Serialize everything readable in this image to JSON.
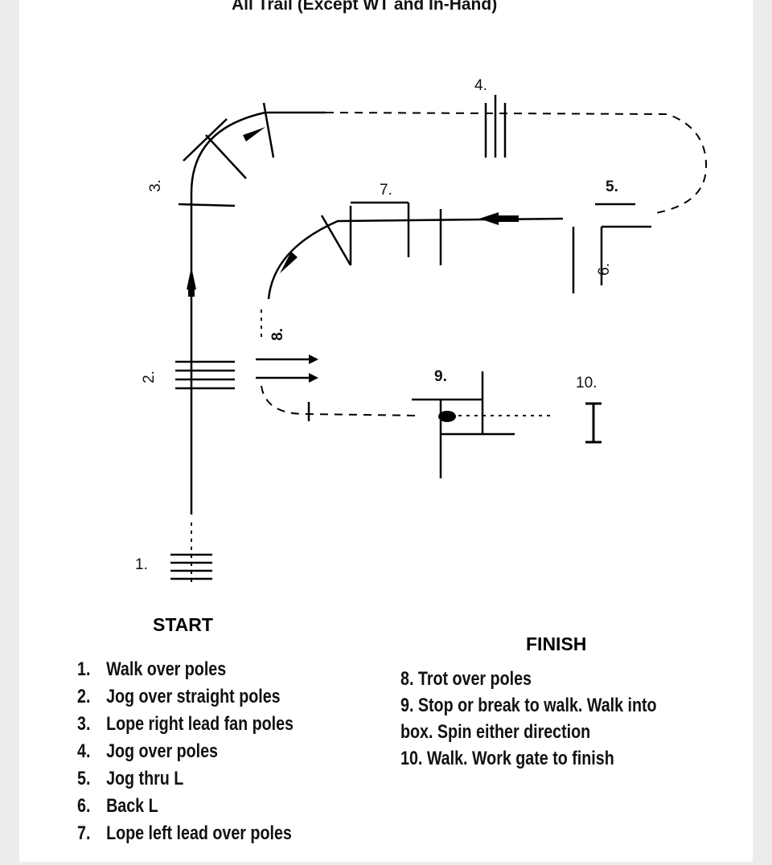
{
  "header": {
    "title": "All Trail (Except WT and In-Hand)"
  },
  "obstacle_numbers": {
    "n1": "1.",
    "n2": "2.",
    "n3": "3.",
    "n4": "4.",
    "n5": "5.",
    "n6": "6.",
    "n7": "7.",
    "n8": "8.",
    "n9": "9.",
    "n10": "10."
  },
  "markers": {
    "start": "START",
    "finish": "FINISH"
  },
  "steps_left": [
    {
      "num": "1.",
      "text": "Walk over poles"
    },
    {
      "num": "2.",
      "text": "Jog over straight poles"
    },
    {
      "num": "3.",
      "text": "Lope right lead fan poles"
    },
    {
      "num": "4.",
      "text": "Jog over poles"
    },
    {
      "num": "5.",
      "text": "Jog thru L"
    },
    {
      "num": "6.",
      "text": "Back L"
    },
    {
      "num": "7.",
      "text": "Lope left lead over poles"
    }
  ],
  "steps_right": [
    "8. Trot over poles",
    "9. Stop or break to walk. Walk into",
    "box. Spin either direction",
    "10. Walk. Work gate to finish"
  ]
}
